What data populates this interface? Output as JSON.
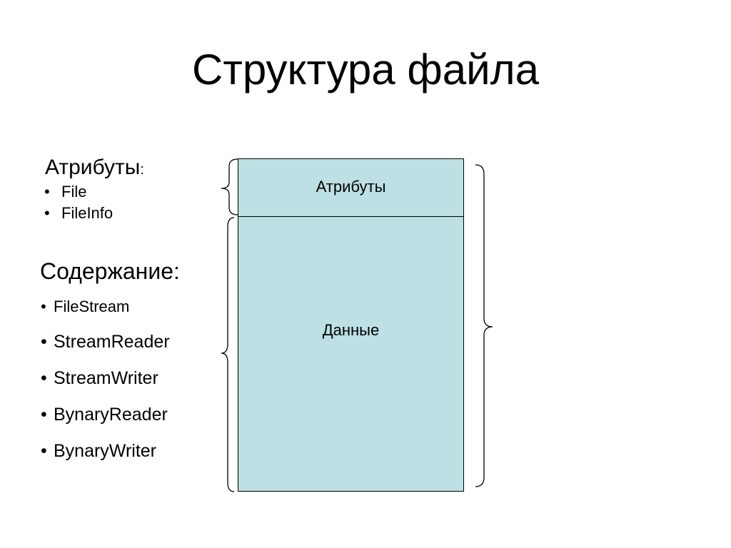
{
  "slide": {
    "title": "Структура файла"
  },
  "attributes": {
    "heading": "Атрибуты",
    "heading_suffix": ":",
    "items": [
      "File",
      "FileInfo"
    ]
  },
  "content": {
    "heading": "Содержание:",
    "items": [
      "FileStream",
      "StreamReader",
      "StreamWriter",
      "BynaryReader",
      "BynaryWriter"
    ]
  },
  "diagram": {
    "attributes_label": "Атрибуты",
    "data_label": "Данные",
    "box_fill": "#bce0e3"
  },
  "bullet_glyph": "•"
}
